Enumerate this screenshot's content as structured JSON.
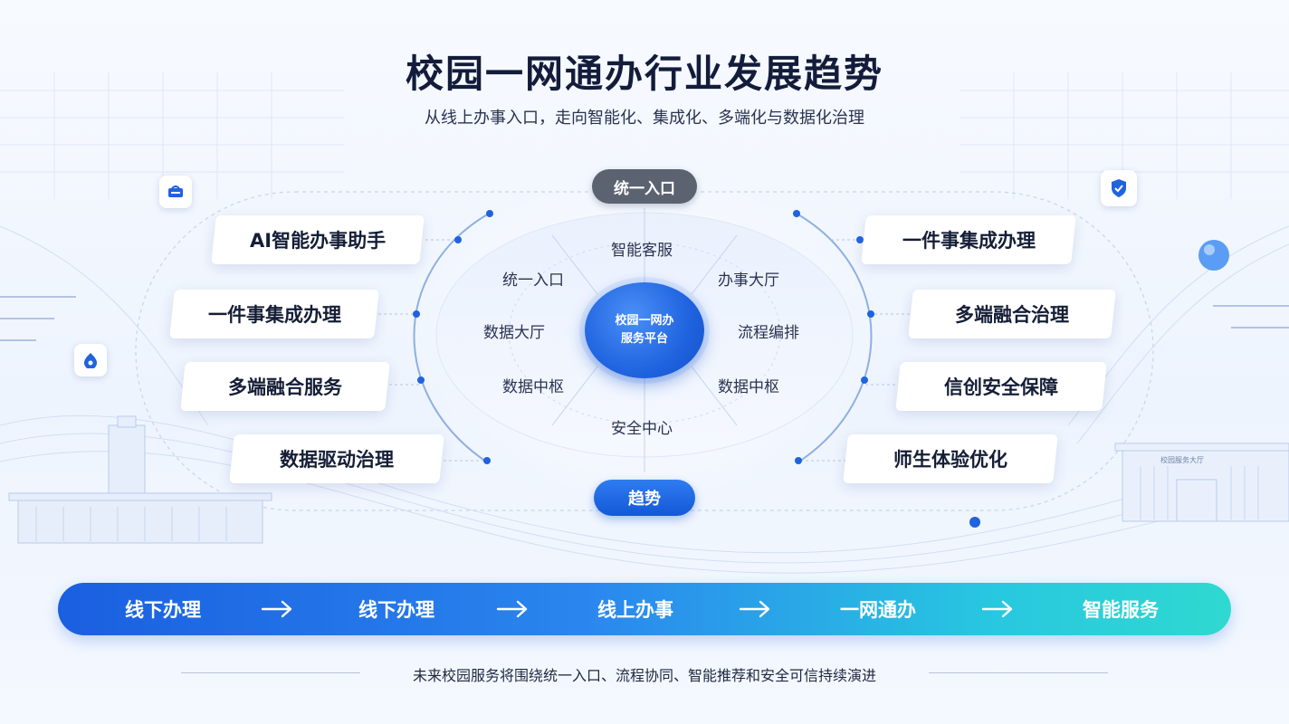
{
  "header": {
    "title": "校园一网通办行业发展趋势",
    "subtitle": "从线上办事入口，走向智能化、集成化、多端化与数据化治理"
  },
  "diagram": {
    "top_pill": "统一入口",
    "bottom_pill": "趋势",
    "hub": {
      "line1": "校园一网办",
      "line2": "服务平台"
    },
    "ring_labels": [
      "智能客服",
      "统一入口",
      "办事大厅",
      "数据大厅",
      "流程编排",
      "数据中枢",
      "数据中枢",
      "安全中心"
    ],
    "left_cards": [
      "AI智能办事助手",
      "一件事集成办理",
      "多端融合服务",
      "数据驱动治理"
    ],
    "right_cards": [
      "一件事集成办理",
      "多端融合治理",
      "信创安全保障",
      "师生体验优化"
    ],
    "building_sign": "校园服务大厅"
  },
  "flow": {
    "steps": [
      "线下办理",
      "线下办理",
      "线上办事",
      "一网通办",
      "智能服务"
    ],
    "arrow_symbol": "→"
  },
  "footer": {
    "text": "未来校园服务将围绕统一入口、流程协同、智能推荐和安全可信持续演进"
  },
  "icons": [
    "ticket-icon",
    "shield-icon",
    "lock-icon"
  ],
  "colors": {
    "accent": "#1f63df",
    "hub": "#1f63df",
    "top_pill": "#5b6270",
    "flow_start": "#1a5fe0",
    "flow_end": "#2fd9d0",
    "title": "#131c3a"
  }
}
